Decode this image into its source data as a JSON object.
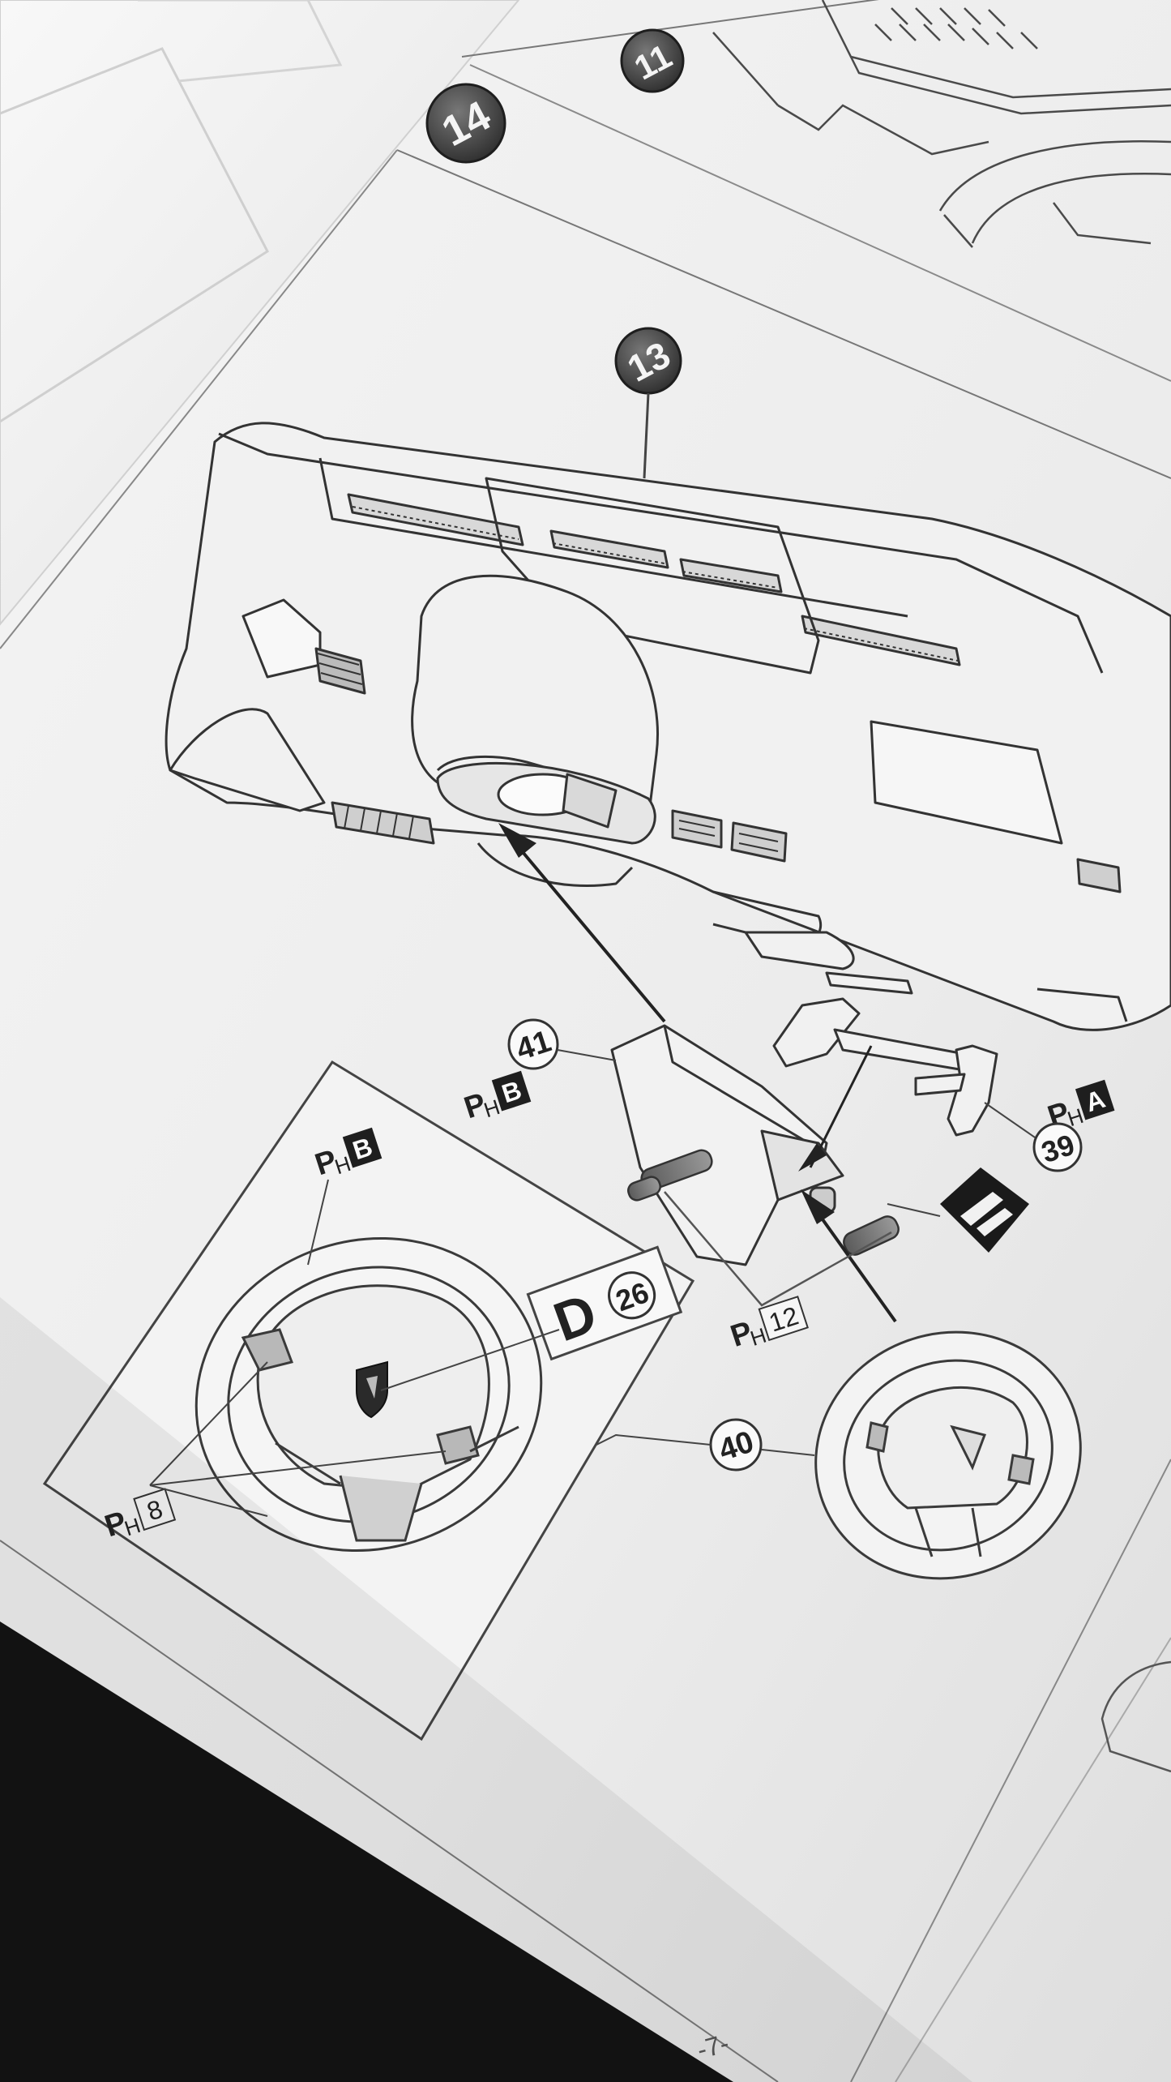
{
  "steps": {
    "step11": "11",
    "step14": "14",
    "step13": "13"
  },
  "parts": {
    "p41": "41",
    "p39": "39",
    "p40": "40",
    "p26": "26"
  },
  "paint_refs": {
    "ref_h_b_main": {
      "prefix": "H",
      "code": "B"
    },
    "ref_h_b_inset": {
      "prefix": "H",
      "code": "B"
    },
    "ref_h_a": {
      "prefix": "H",
      "code": "A"
    },
    "ref_h_12": {
      "prefix": "H",
      "code": "12"
    },
    "ref_h_8": {
      "prefix": "H",
      "code": "8"
    }
  },
  "decal": {
    "letter": "D",
    "number": "26"
  },
  "page_number": "-7-",
  "colors": {
    "paper": "#f1f1f1",
    "ink": "#3a3a3a",
    "dark_background": "#111111",
    "marker_fill": "#4a4a4a"
  }
}
